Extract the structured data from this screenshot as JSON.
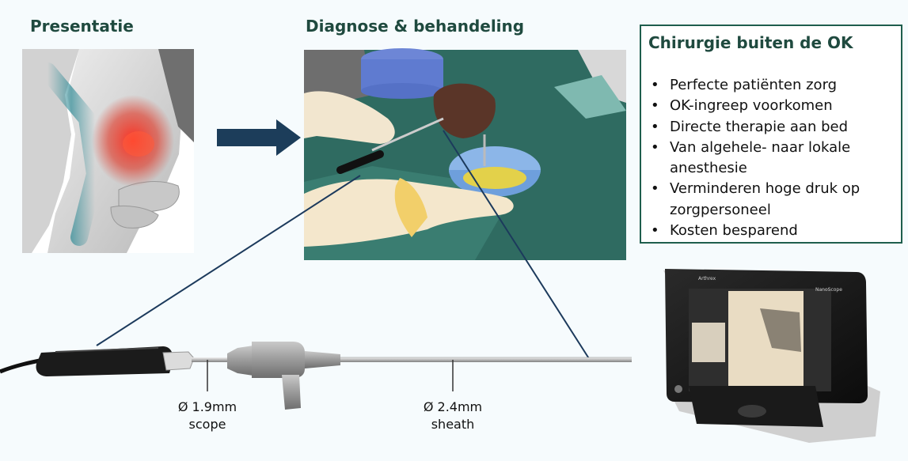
{
  "headings": {
    "presentation": "Presentatie",
    "diagnosis": "Diagnose & behandeling"
  },
  "panel": {
    "title": "Chirurgie buiten de OK",
    "items": [
      "Perfecte patiënten zorg",
      "OK-ingreep voorkomen",
      "Directe therapie aan bed",
      "Van algehele- naar lokale anesthesie",
      "Verminderen hoge druk op zorgpersoneel",
      "Kosten besparend"
    ]
  },
  "captions": {
    "scope_size": "Ø 1.9mm",
    "scope_label": "scope",
    "sheath_size": "Ø 2.4mm",
    "sheath_label": "sheath"
  },
  "device": {
    "brand": "Arthrex",
    "product": "NanoScope"
  },
  "colors": {
    "heading": "#1f4a3f",
    "arrow": "#1c3d5a",
    "panel_border": "#1f5e4d",
    "callout_line": "#1c3a5c"
  }
}
